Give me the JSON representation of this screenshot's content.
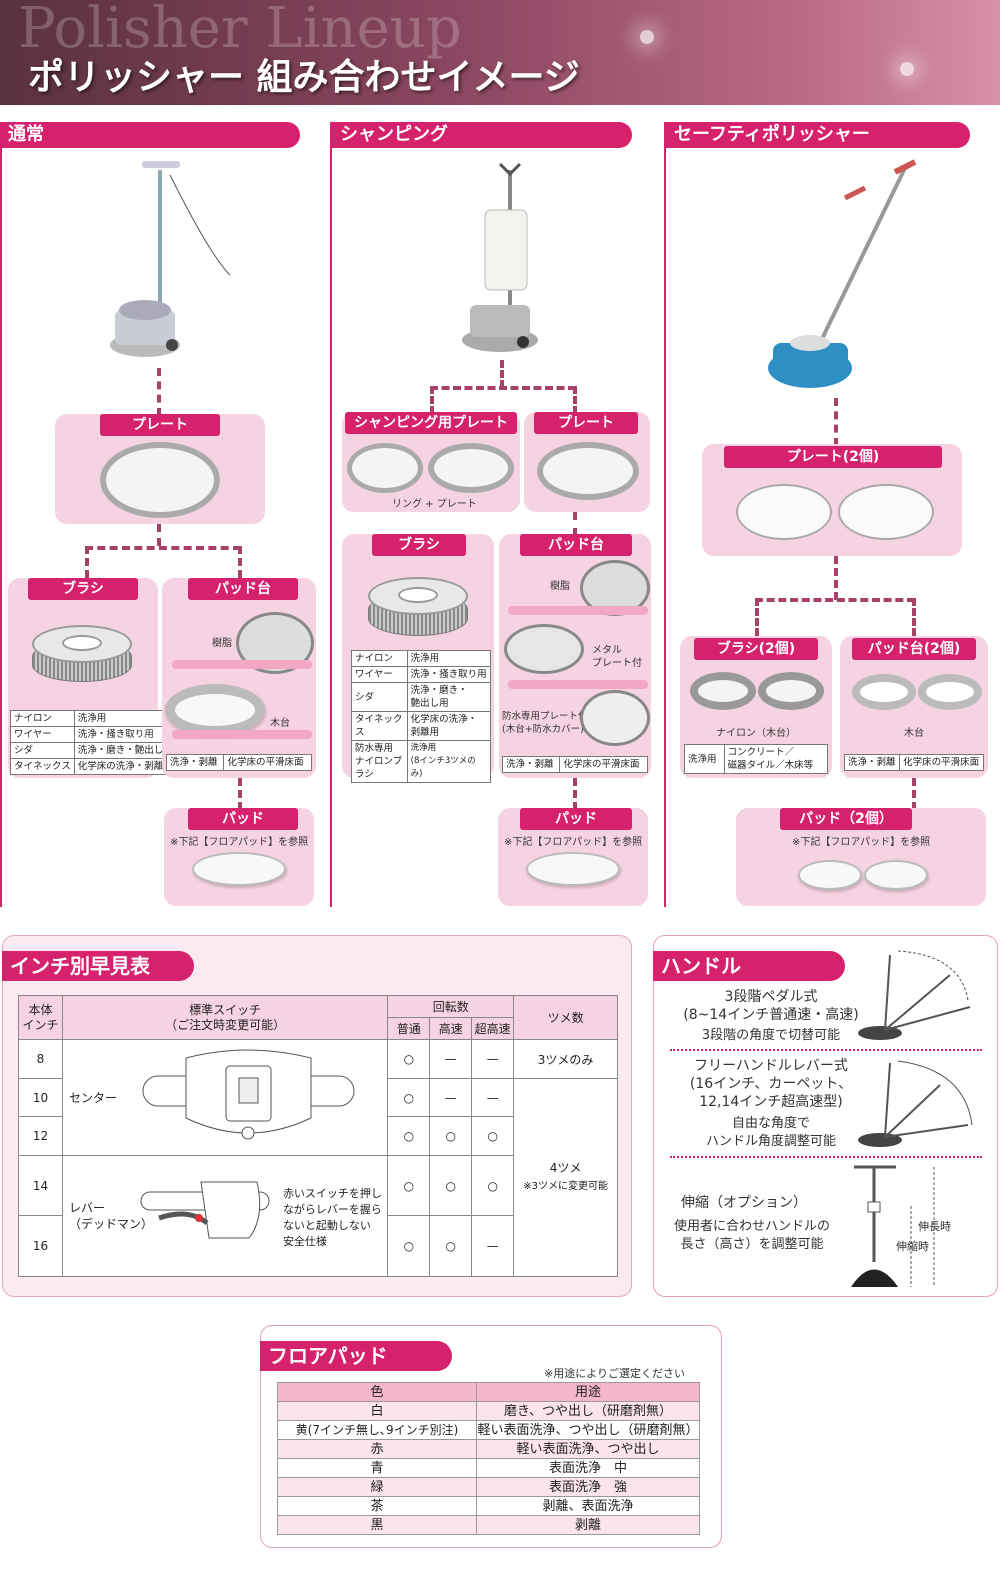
{
  "header": {
    "ghost": "Polisher Lineup",
    "title": "ポリッシャー 組み合わせイメージ"
  },
  "columns": {
    "normal": {
      "title": "通常",
      "plate": "プレート",
      "brush": "ブラシ",
      "padbase": "パッド台",
      "resin": "樹脂",
      "wood": "木台",
      "pad": "パッド",
      "pad_note": "※下記【フロアパッド】を参照",
      "brush_table": [
        [
          "ナイロン",
          "洗浄用"
        ],
        [
          "ワイヤー",
          "洗浄・掻き取り用"
        ],
        [
          "シダ",
          "洗浄・磨き・艶出し用"
        ],
        [
          "タイネックス",
          "化学床の洗浄・剥離用"
        ]
      ],
      "pad_table": [
        "洗浄・剥離",
        "化学床の平滑床面"
      ]
    },
    "shamp": {
      "title": "シャンピング",
      "splate": "シャンピング用プレート",
      "plate": "プレート",
      "ring_plate": "リング + プレート",
      "brush": "ブラシ",
      "padbase": "パッド台",
      "resin": "樹脂",
      "metal": "メタル\nプレート付",
      "waterproof": "防水専用プレート付\n(木台+防水カバー)",
      "pad": "パッド",
      "pad_note": "※下記【フロアパッド】を参照",
      "brush_table": [
        [
          "ナイロン",
          "洗浄用"
        ],
        [
          "ワイヤー",
          "洗浄・掻き取り用"
        ],
        [
          "シダ",
          "洗浄・磨き・\n艶出し用"
        ],
        [
          "タイネックス",
          "化学床の洗浄・\n剥離用"
        ],
        [
          "防水専用\nナイロンブラシ",
          "洗浄用\n(8インチ3ツメのみ)"
        ]
      ],
      "pad_table": [
        "洗浄・剥離",
        "化学床の平滑床面"
      ]
    },
    "safety": {
      "title": "セーフティポリッシャー",
      "plate": "プレート(2個)",
      "brush": "ブラシ(2個)",
      "padbase": "パッド台(2個)",
      "nylon": "ナイロン（木台）",
      "wood": "木台",
      "pad": "パッド（2個）",
      "pad_note": "※下記【フロアパッド】を参照",
      "brush_table": [
        "洗浄用",
        "コンクリート／\n磁器タイル／木床等"
      ],
      "pad_table": [
        "洗浄・剥離",
        "化学床の平滑床面"
      ]
    }
  },
  "inch": {
    "title": "インチ別早見表",
    "h_body": "本体\nインチ",
    "h_switch": "標準スイッチ\n（ご注文時変更可能）",
    "h_rot": "回転数",
    "h_normal": "普通",
    "h_high": "高速",
    "h_super": "超高速",
    "h_claws": "ツメ数",
    "sizes": [
      "8",
      "10",
      "12",
      "14",
      "16"
    ],
    "center": "センター",
    "lever": "レバー\n（デッドマン）",
    "lever_note": "赤いスイッチを押し\nながらレバーを握ら\nないと起動しない\n安全仕様",
    "rows": [
      [
        "○",
        "—",
        "—"
      ],
      [
        "○",
        "—",
        "—"
      ],
      [
        "○",
        "○",
        "○"
      ],
      [
        "○",
        "○",
        "○"
      ],
      [
        "○",
        "○",
        "—"
      ]
    ],
    "claws_3": "3ツメのみ",
    "claws_4": "4ツメ",
    "claws_4_note": "※3ツメに変更可能"
  },
  "handle": {
    "title": "ハンドル",
    "t1": "3段階ペダル式\n(8~14インチ普通速・高速)",
    "t1s": "3段階の角度で切替可能",
    "t2": "フリーハンドルレバー式\n(16インチ、カーペット、\n12,14インチ超高速型)",
    "t2s": "自由な角度で\nハンドル角度調整可能",
    "t3": "伸縮（オプション）",
    "t3s": "使用者に合わせハンドルの\n長さ（高さ）を調整可能",
    "ext": "伸長時",
    "short": "伸縮時"
  },
  "floorpad": {
    "title": "フロアパッド",
    "note": "※用途によりご選定ください",
    "h_color": "色",
    "h_use": "用途",
    "rows": [
      [
        "白",
        "磨き、つや出し（研磨剤無）"
      ],
      [
        "黄(7インチ無し､9インチ別注)",
        "軽い表面洗浄、つや出し（研磨剤無）"
      ],
      [
        "赤",
        "軽い表面洗浄、つや出し"
      ],
      [
        "青",
        "表面洗浄　中"
      ],
      [
        "緑",
        "表面洗浄　強"
      ],
      [
        "茶",
        "剥離、表面洗浄"
      ],
      [
        "黒",
        "剥離"
      ]
    ]
  }
}
